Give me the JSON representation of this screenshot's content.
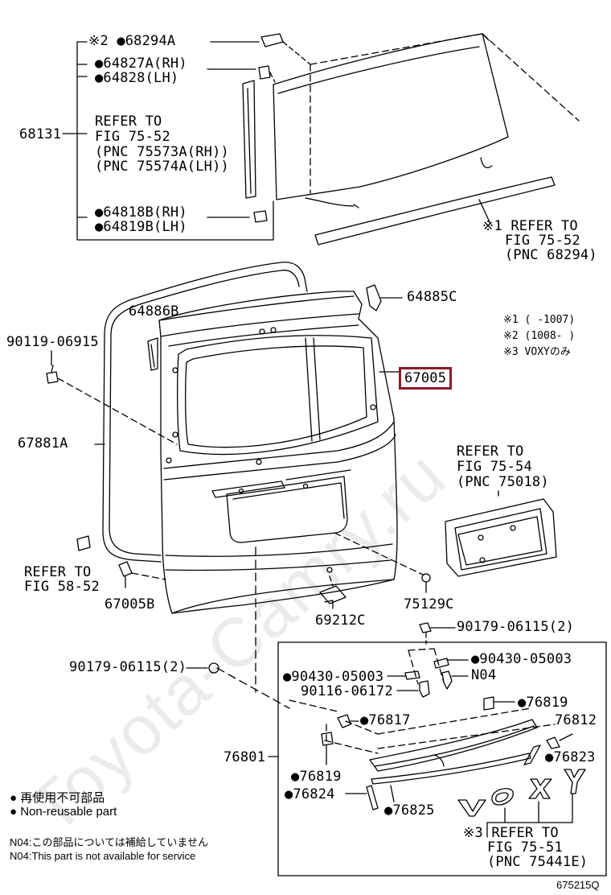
{
  "diagram_id": "675215Q",
  "highlighted_part": "67005",
  "labels": {
    "p68294A": "※2 ●68294A",
    "p64827A": "●64827A(RH)",
    "p64828": "●64828(LH)",
    "p68131": "68131",
    "refer1_l1": "REFER TO",
    "refer1_l2": "FIG 75-52",
    "refer1_l3": "(PNC 75573A(RH))",
    "refer1_l4": "(PNC 75574A(LH))",
    "p64818B": "●64818B(RH)",
    "p64819B": "●64819B(LH)",
    "refer2_l1": "※1 REFER TO",
    "refer2_l2": "FIG 75-52",
    "refer2_l3": "(PNC 68294)",
    "p64885C": "64885C",
    "p64886B": "64886B",
    "p90119": "90119-06915",
    "note1": "※1 (      -1007)",
    "note2": "※2 (1008-      )",
    "note3": "※3 VOXYのみ",
    "p67005": "67005",
    "p67881A": "67881A",
    "refer3_l1": "REFER TO",
    "refer3_l2": "FIG 75-54",
    "refer3_l3": "(PNC 75018)",
    "refer4_l1": "REFER TO",
    "refer4_l2": "FIG 58-52",
    "p67005B": "67005B",
    "p69212C": "69212C",
    "p75129C": "75129C",
    "p90179a": "90179-06115(2)",
    "p90179b": "90179-06115(2)",
    "p90430a": "●90430-05003",
    "p90430b": "●90430-05003",
    "pN04": "N04",
    "p90116": "90116-06172",
    "p76819a": "●76819",
    "p76817": "●76817",
    "p76812": "76812",
    "p76801": "76801",
    "p76823": "●76823",
    "p76819b": "●76819",
    "p76824": "●76824",
    "p76825": "●76825",
    "refer5_l1": "※3 REFER TO",
    "refer5_l2": "FIG 75-51",
    "refer5_l3": "(PNC 75441E)",
    "legend_jp": "● 再使用不可部品",
    "legend_en": "● Non-reusable part",
    "n04_jp": "N04:この部品については補給していません",
    "n04_en": "N04:This part is not available for service",
    "watermark": "Toyota-Camry.ru"
  }
}
